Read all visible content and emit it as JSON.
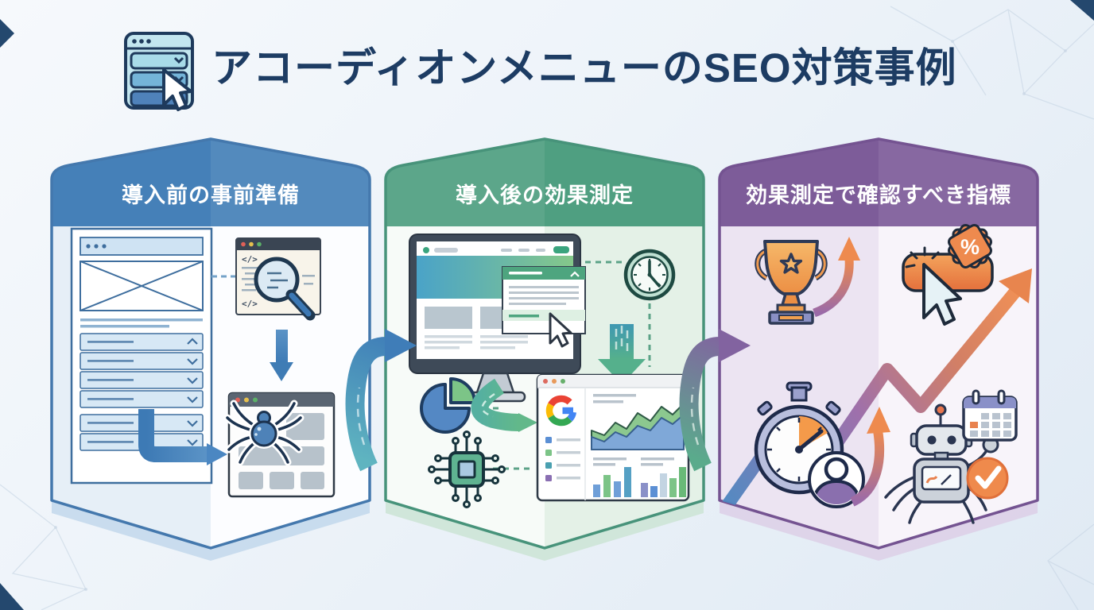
{
  "header": {
    "title": "アコーディオンメニューのSEO対策事例",
    "icon": "accordion-window-cursor-icon"
  },
  "panels": [
    {
      "id": "preparation",
      "label": "導入前の事前準備",
      "accent": "#4a82b8",
      "code_glyph_top": "</>",
      "code_glyph_bottom": "</>",
      "icons": [
        "wireframe-accordion-page-icon",
        "code-inspection-window-icon",
        "magnifier-icon",
        "crawler-spider-window-icon",
        "down-arrow-icon",
        "elbow-arrow-icon"
      ]
    },
    {
      "id": "measurement",
      "label": "導入後の効果測定",
      "accent": "#4e9d80",
      "icons": [
        "monitor-webpage-icon",
        "accordion-popup-icon",
        "cursor-icon",
        "clock-icon",
        "pie-chart-icon",
        "ai-chip-icon",
        "google-analytics-window-icon",
        "flow-down-arrow-icon",
        "flow-curve-arrow-icon"
      ]
    },
    {
      "id": "metrics",
      "label": "効果測定で確認すべき指標",
      "accent": "#7d5c99",
      "percent_badge": "%",
      "icons": [
        "trophy-icon",
        "zigzag-growth-arrow-icon",
        "click-button-icon",
        "cursor-icon",
        "percent-badge-icon",
        "stopwatch-icon",
        "user-icon",
        "robot-crawler-icon",
        "calendar-icon",
        "check-circle-icon"
      ]
    }
  ],
  "connectors": [
    "panel1-to-panel2-arrow",
    "panel2-to-panel3-arrow"
  ],
  "colors": {
    "background": "#edf3f9",
    "title_text": "#1d3c63",
    "panel_blue": "#4a82b8",
    "panel_green": "#4e9d80",
    "panel_purple": "#7d5c99",
    "highlight_orange": "#ee8a4e",
    "google_blue": "#4285F4",
    "google_red": "#EA4335",
    "google_yellow": "#FBBC05",
    "google_green": "#34A853"
  }
}
